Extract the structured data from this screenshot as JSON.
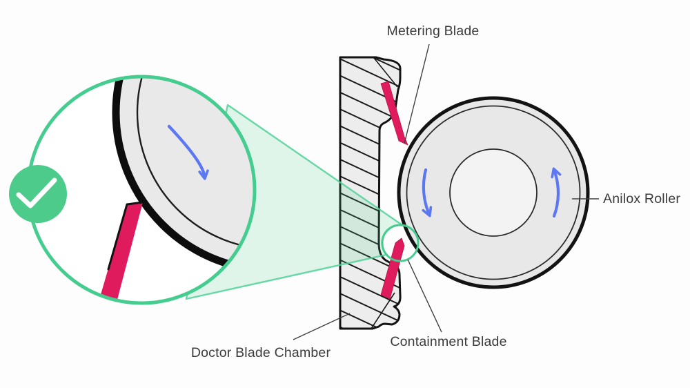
{
  "diagram": {
    "labels": {
      "metering_blade": "Metering Blade",
      "anilox_roller": "Anilox Roller",
      "containment_blade": "Containment Blade",
      "doctor_blade_chamber": "Doctor Blade Chamber"
    },
    "icons": {
      "check_icon": "✓",
      "rotation_arrow_icon": "curved-arrow"
    },
    "colors": {
      "accent_green": "#45cc8f",
      "badge_green": "#4ccb8b",
      "cone_fill_green": "rgba(77,207,144,0.17)",
      "blade_red": "#e01b5d",
      "arrow_blue": "#5b78f2",
      "metal_gray": "#e8e8e8",
      "core_gray": "#f3f3f3",
      "outline_black": "#131313",
      "label_text": "#3b3b3b"
    }
  }
}
